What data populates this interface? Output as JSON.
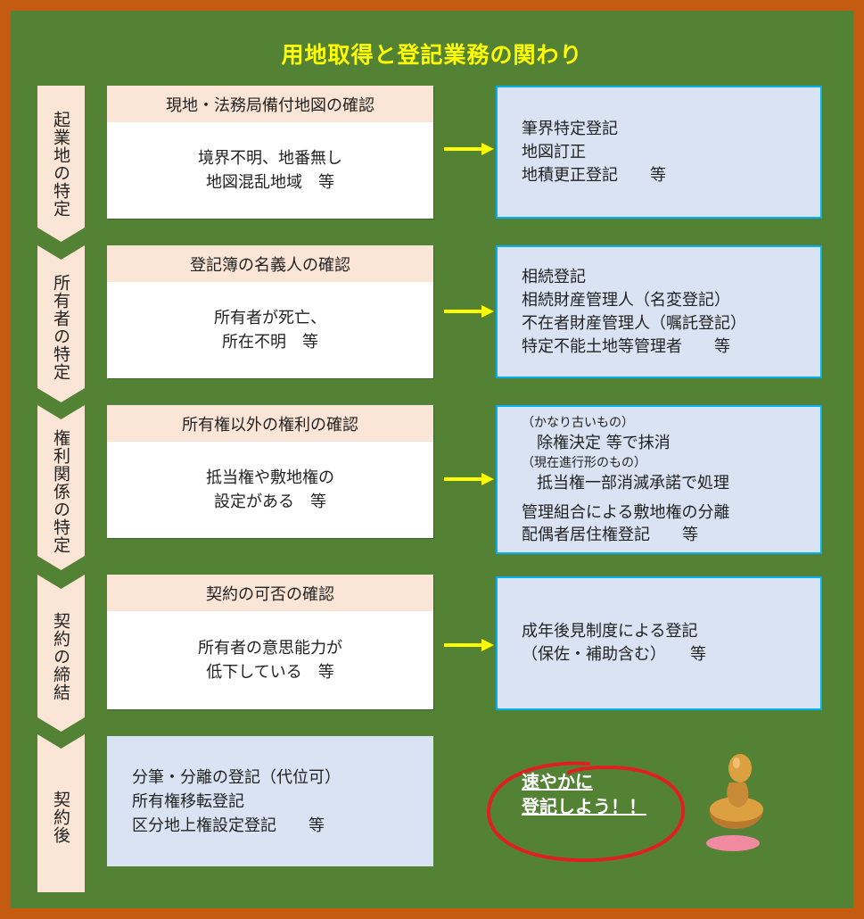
{
  "title": "用地取得と登記業務の関わり",
  "stages": [
    {
      "label": "起業地の特定",
      "check": "現地・法務局備付地図の確認",
      "condition": [
        "境界不明、地番無し",
        "地図混乱地域　等"
      ],
      "registrations": [
        "筆界特定登記",
        "地図訂正",
        "地積更正登記　　等"
      ]
    },
    {
      "label": "所有者の特定",
      "check": "登記簿の名義人の確認",
      "condition": [
        "所有者が死亡、",
        "所在不明　等"
      ],
      "registrations": [
        "相続登記",
        "相続財産管理人（名変登記）",
        "不在者財産管理人（嘱託登記）",
        "特定不能土地等管理者　　等"
      ]
    },
    {
      "label": "権利関係の特定",
      "check": "所有権以外の権利の確認",
      "condition": [
        "抵当権や敷地権の",
        "設定がある　等"
      ],
      "registrations": [
        "（かなり古いもの）",
        "除権決定 等で抹消",
        "（現在進行形のもの）",
        "抵当権一部消滅承諾で処理",
        "管理組合による敷地権の分離",
        "配偶者居住権登記　　等"
      ]
    },
    {
      "label": "契約の締結",
      "check": "契約の可否の確認",
      "condition": [
        "所有者の意思能力が",
        "低下している　等"
      ],
      "registrations": [
        "成年後見制度による登記",
        "（保佐・補助含む）　　等"
      ]
    },
    {
      "label": "契約後",
      "registrations": [
        "分筆・分離の登記（代位可）",
        "所有権移転登記",
        "区分地上権設定登記　　等"
      ]
    }
  ],
  "callout": [
    "速やかに",
    "登記しよう！！"
  ],
  "colors": {
    "frame": "#c55a11",
    "board": "#548235",
    "title": "#ffff00",
    "check_header": "#fbe5d6",
    "registration_box": "#dae3f3",
    "registration_border": "#00b0f0",
    "arrow": "#ffff00",
    "callout_ring": "#e02020"
  },
  "icons": [
    "right-arrow-icon",
    "stamp-icon"
  ]
}
